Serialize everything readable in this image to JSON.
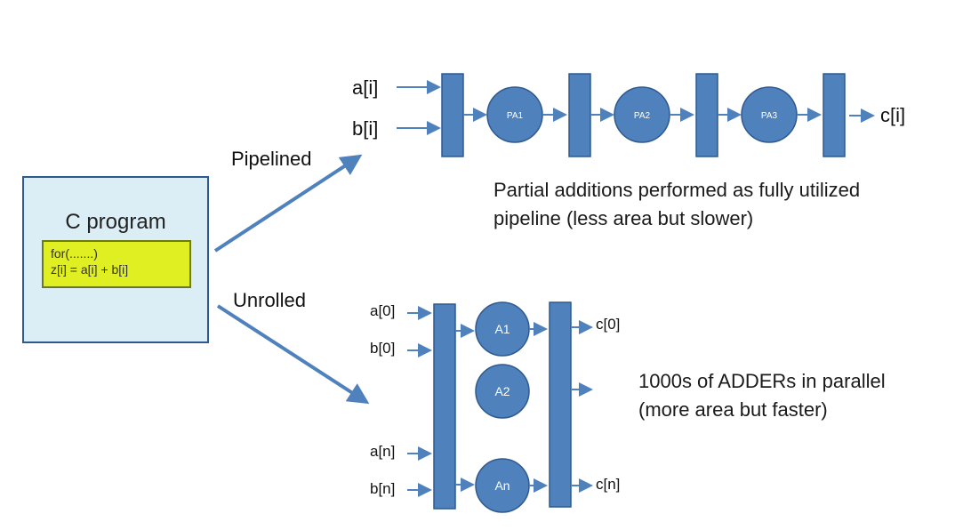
{
  "c_program": {
    "title": "C program",
    "code_line1": "for(.......)",
    "code_line2": "z[i] = a[i] +  b[i]"
  },
  "pipelined": {
    "label": "Pipelined",
    "inputs": [
      "a[i]",
      "b[i]"
    ],
    "stages": [
      "PA1",
      "PA2",
      "PA3"
    ],
    "output": "c[i]",
    "note_line1": "Partial additions performed as fully utilized",
    "note_line2": "pipeline (less area but slower)"
  },
  "unrolled": {
    "label": "Unrolled",
    "inputs": [
      "a[0]",
      "b[0]",
      "a[n]",
      "b[n]"
    ],
    "adders": [
      "A1",
      "A2",
      "An"
    ],
    "outputs": [
      "c[0]",
      "c[n]"
    ],
    "note_line1": "1000s of ADDERs in parallel",
    "note_line2": "(more area but faster)"
  },
  "colors": {
    "block_fill": "#4f81bd",
    "block_stroke": "#2f5a8f",
    "arrow": "#4f81bd",
    "c_program_bg": "#dbeef6",
    "code_bg": "#e0ef21"
  }
}
